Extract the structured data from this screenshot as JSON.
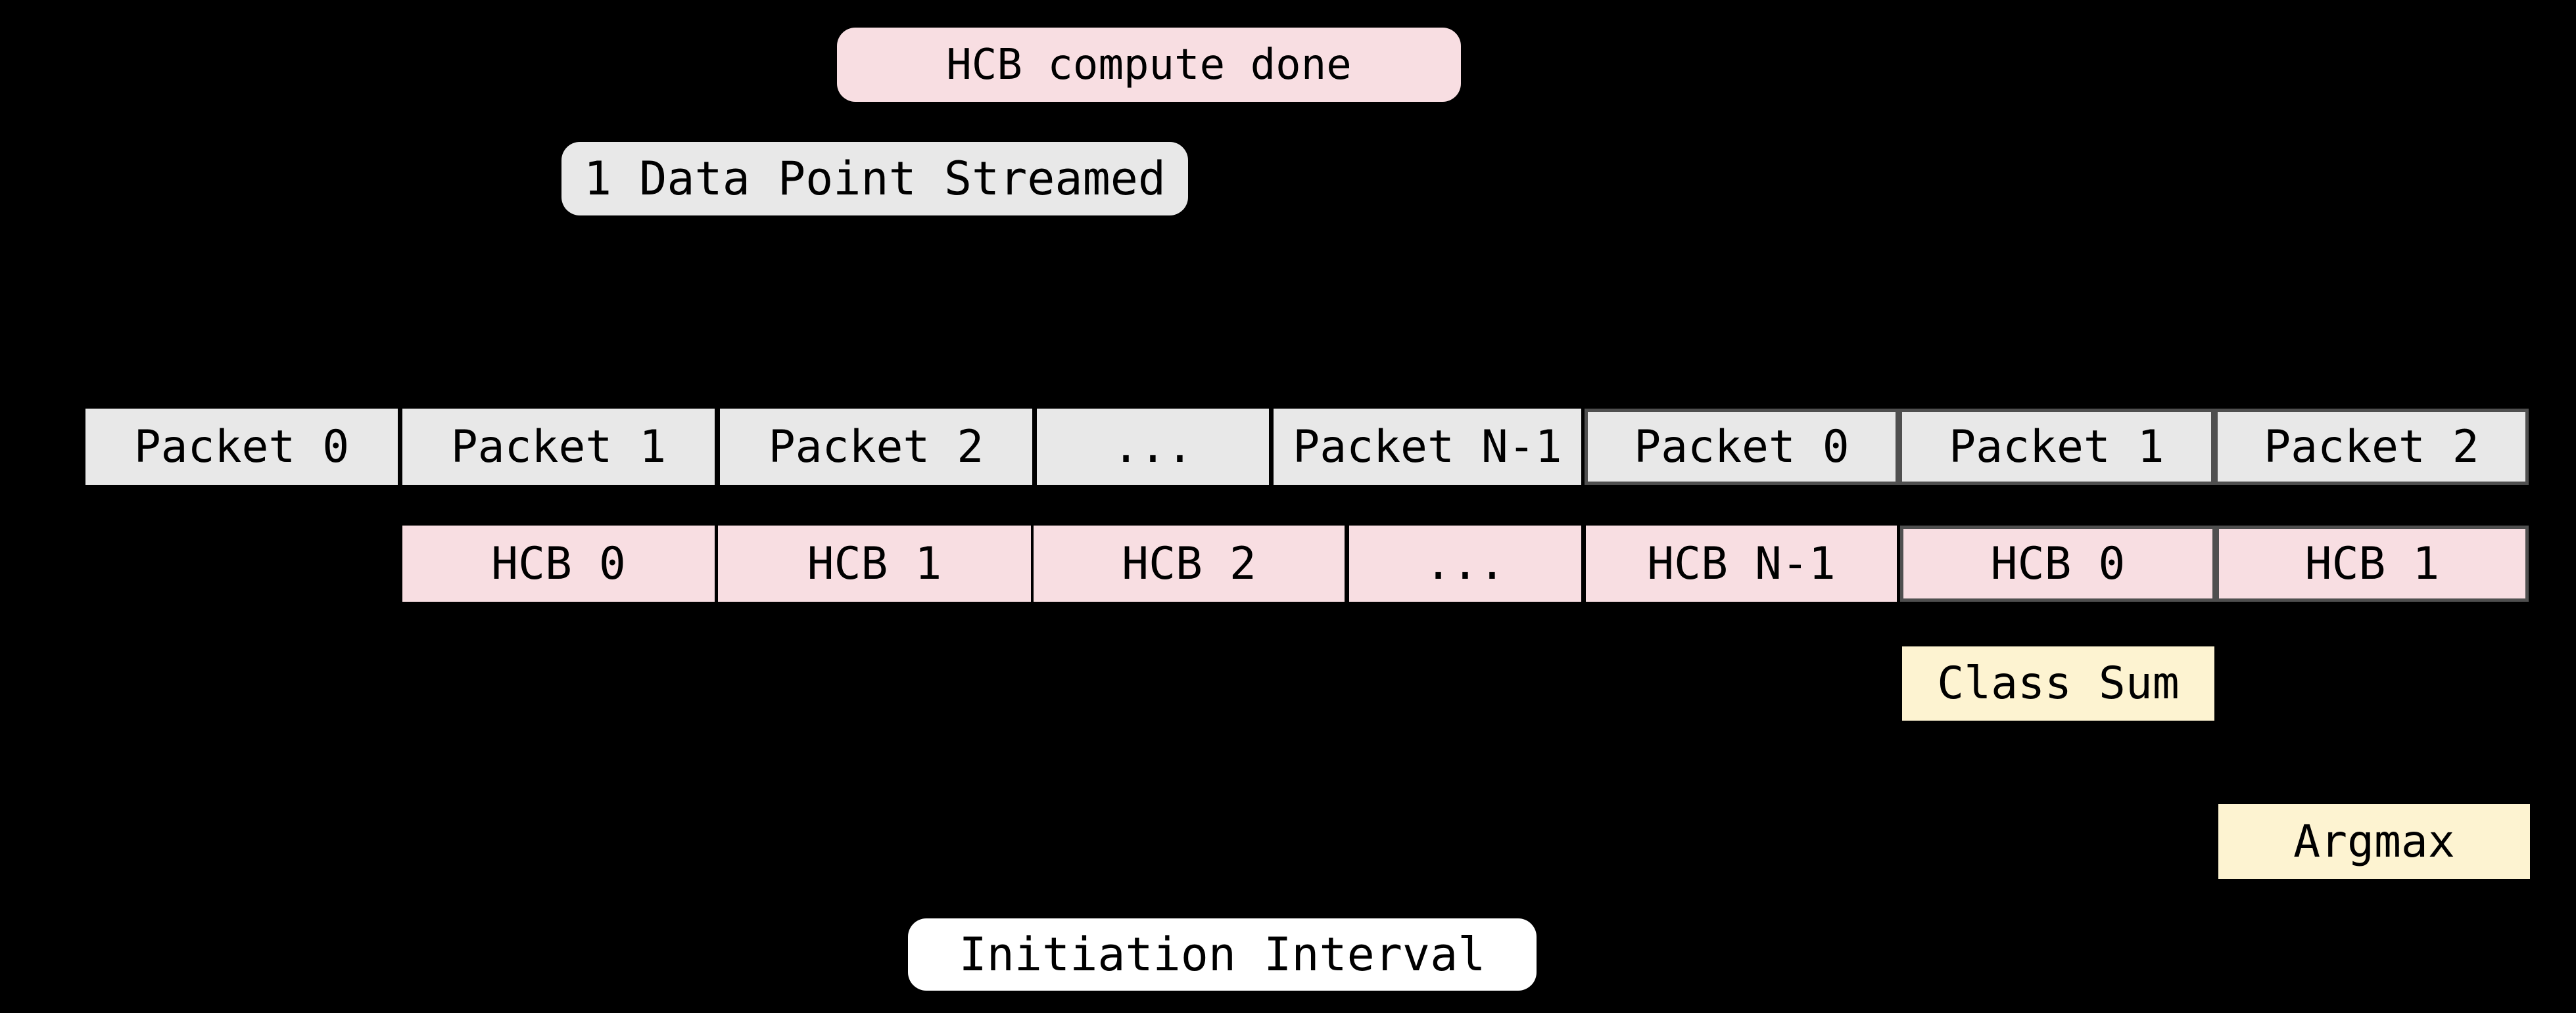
{
  "colors": {
    "bg": "#000000",
    "pink": "#f8dee2",
    "gray": "#e8e8e8",
    "cream": "#fdf3d1",
    "white": "#ffffff",
    "repeat_border": "#4f4f4f",
    "text": "#000000"
  },
  "callouts": {
    "hcb_compute_done": "HCB compute done",
    "data_point_streamed": "1 Data Point Streamed",
    "initiation_interval": "Initiation Interval"
  },
  "packet_row": {
    "cells": [
      {
        "label": "Packet 0",
        "variant": "normal"
      },
      {
        "label": "Packet 1",
        "variant": "normal"
      },
      {
        "label": "Packet 2",
        "variant": "normal"
      },
      {
        "label": "...",
        "variant": "normal-narrow"
      },
      {
        "label": "Packet N-1",
        "variant": "normal"
      },
      {
        "label": "Packet 0",
        "variant": "repeat"
      },
      {
        "label": "Packet 1",
        "variant": "repeat"
      },
      {
        "label": "Packet 2",
        "variant": "repeat"
      }
    ]
  },
  "hcb_row": {
    "cells": [
      {
        "label": "HCB 0",
        "variant": "normal"
      },
      {
        "label": "HCB 1",
        "variant": "normal"
      },
      {
        "label": "HCB 2",
        "variant": "normal"
      },
      {
        "label": "...",
        "variant": "normal-narrow"
      },
      {
        "label": "HCB N-1",
        "variant": "normal"
      },
      {
        "label": "HCB 0",
        "variant": "repeat"
      },
      {
        "label": "HCB 1",
        "variant": "repeat"
      }
    ]
  },
  "stage_boxes": {
    "class_sum": "Class Sum",
    "argmax": "Argmax"
  }
}
